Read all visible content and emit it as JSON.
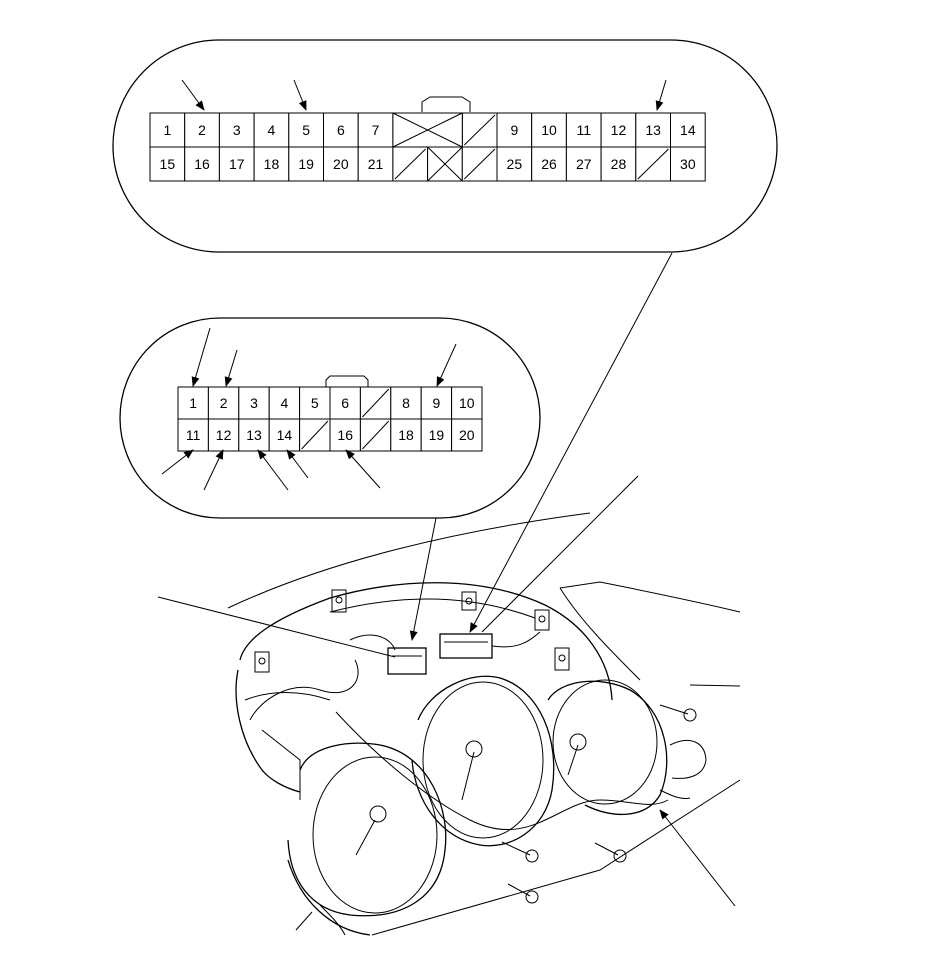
{
  "connector_a": {
    "top_row": [
      "1",
      "2",
      "3",
      "4",
      "5",
      "6",
      "7",
      "",
      "",
      "",
      "9",
      "10",
      "11",
      "12",
      "13",
      "14"
    ],
    "bottom_row": [
      "15",
      "16",
      "17",
      "18",
      "19",
      "20",
      "21",
      "",
      "",
      "",
      "25",
      "26",
      "27",
      "28",
      "",
      "30"
    ]
  },
  "connector_b": {
    "top_row": [
      "1",
      "2",
      "3",
      "4",
      "5",
      "6",
      "",
      "8",
      "9",
      "10"
    ],
    "bottom_row": [
      "11",
      "12",
      "13",
      "14",
      "",
      "16",
      "",
      "18",
      "19",
      "20"
    ]
  }
}
